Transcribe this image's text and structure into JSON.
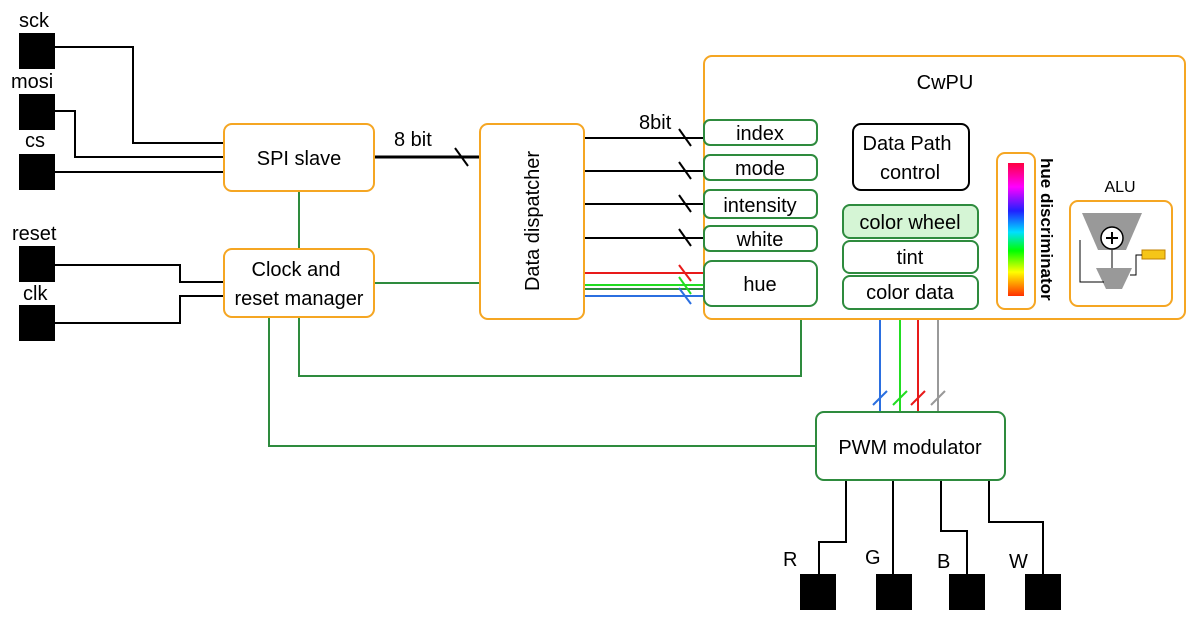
{
  "ports": {
    "sck": "sck",
    "mosi": "mosi",
    "cs": "cs",
    "reset": "reset",
    "clk": "clk",
    "r": "R",
    "g": "G",
    "b": "B",
    "w": "W"
  },
  "blocks": {
    "spi_slave": "SPI slave",
    "clock_reset_line1": "Clock and",
    "clock_reset_line2": "reset manager",
    "data_dispatcher": "Data dispatcher",
    "cwpu": "CwPU",
    "pwm_modulator": "PWM modulator"
  },
  "labels": {
    "bus_8bit_spaced": "8 bit",
    "bus_8bit": "8bit"
  },
  "registers": [
    "index",
    "mode",
    "intensity",
    "white",
    "hue"
  ],
  "cwpu_parts": {
    "dpc_line1": "Data Path",
    "dpc_line2": "control",
    "color_wheel": "color wheel",
    "tint": "tint",
    "color_data": "color data",
    "hue_discriminator": "hue discriminator",
    "alu": "ALU"
  },
  "colors": {
    "orange": "#f5a623",
    "green": "#2e8b3e",
    "wheel_fill": "#d5f5d5",
    "red": "#e81a1a",
    "bright_green": "#22dd22",
    "blue": "#2b6fe0",
    "gray": "#999999"
  }
}
